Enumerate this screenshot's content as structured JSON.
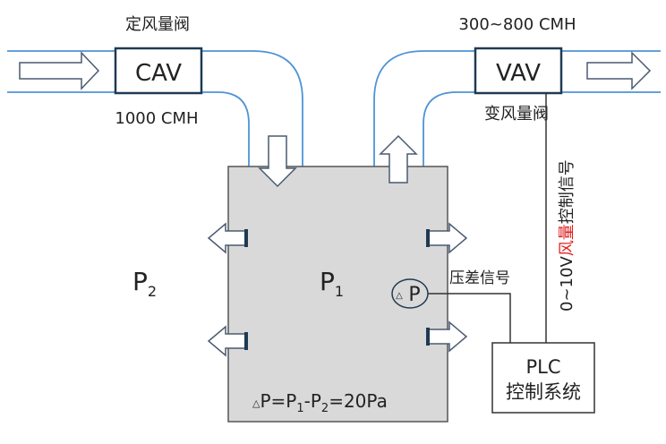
{
  "cav": {
    "label": "CAV",
    "caption": "定风量阀",
    "flow": "1000 CMH"
  },
  "vav": {
    "label": "VAV",
    "caption": "变风量阀",
    "flow": "300~800 CMH"
  },
  "room": {
    "inside_pressure": {
      "base": "P",
      "sub": "1"
    },
    "outside_pressure": {
      "base": "P",
      "sub": "2"
    },
    "sensor": {
      "symbol": "△",
      "letter": "P"
    },
    "formula": {
      "delta": "△",
      "p": "P=P",
      "sub1": "1",
      "minus": "-P",
      "sub2": "2",
      "rest": "=20Pa"
    }
  },
  "signal": {
    "pressure_label": "压差信号",
    "control_prefix": "0~10V",
    "control_highlight": "风量",
    "control_suffix": "控制信号"
  },
  "plc": {
    "line1": "PLC",
    "line2": "控制系统"
  },
  "colors": {
    "duct": "#4f93d6",
    "box": "#1f3a52",
    "room_fill": "#d9d9d9",
    "highlight": "#e02020"
  }
}
